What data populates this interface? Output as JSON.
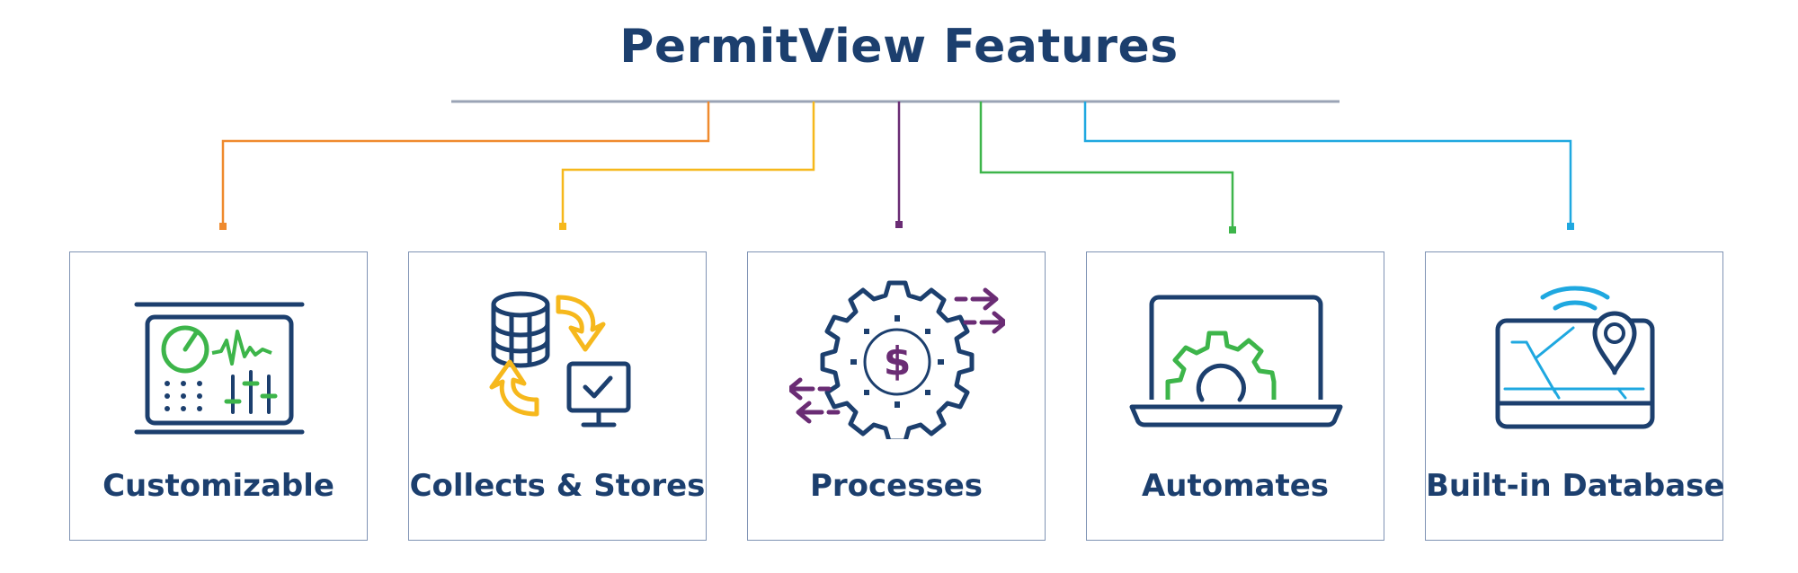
{
  "title": "PermitView Features",
  "colors": {
    "navy": "#1c3f6e",
    "orange": "#ef8a2e",
    "yellow": "#f6b81c",
    "purple": "#6a2c74",
    "green": "#3db54a",
    "blue": "#1fa8e0",
    "gray": "#9aa3b5"
  },
  "features": [
    {
      "label": "Customizable",
      "icon": "dashboard-monitor-icon"
    },
    {
      "label": "Collects & Stores",
      "icon": "database-sync-icon"
    },
    {
      "label": "Processes",
      "icon": "gear-dollar-icon"
    },
    {
      "label": "Automates",
      "icon": "laptop-gear-icon"
    },
    {
      "label": "Built-in Database",
      "icon": "map-location-icon"
    }
  ]
}
